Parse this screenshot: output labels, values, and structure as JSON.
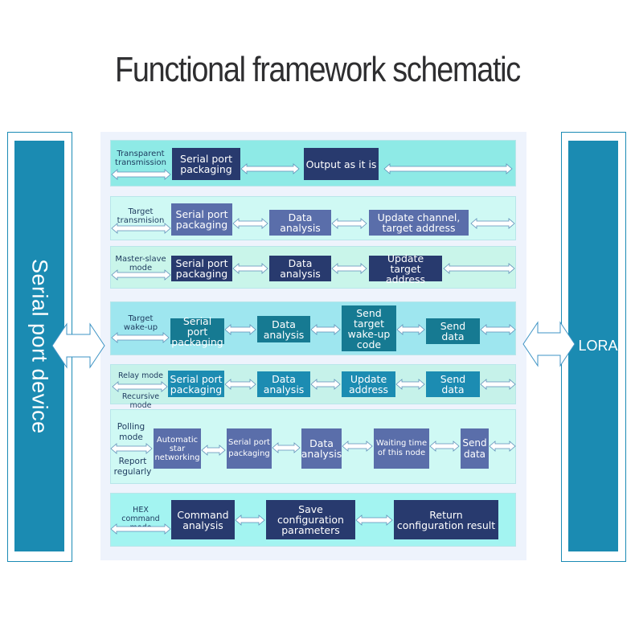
{
  "title": "Functional framework schematic",
  "left_device": {
    "label": "Serial port device"
  },
  "right_device": {
    "label": "LORA"
  },
  "colors": {
    "device_blue": "#1b8bb2",
    "navy_box": "#283a6e",
    "slate_box": "#5a6eaa",
    "teal_box": "#167a92",
    "cyan_box": "#1c8cb2",
    "row_bright": "#8eeae6",
    "row_pale": "#cff9f4"
  },
  "modes": [
    {
      "name": "Transparent transmission",
      "steps": [
        "Serial port packaging",
        "Output as it is"
      ]
    },
    {
      "name": "Target transmision",
      "steps": [
        "Serial port packaging",
        "Data analysis",
        "Update channel, target address"
      ]
    },
    {
      "name": "Master-slave mode",
      "steps": [
        "Serial port packaging",
        "Data analysis",
        "Update target address"
      ]
    },
    {
      "name": "Target wake-up",
      "steps": [
        "Serial port packaging",
        "Data analysis",
        "Send target wake-up code",
        "Send data"
      ]
    },
    {
      "name": "Relay mode",
      "name2": "Recursive mode",
      "steps": [
        "Serial port packaging",
        "Data analysis",
        "Update address",
        "Send data"
      ]
    },
    {
      "name": "Polling mode",
      "name2": "Report regularly",
      "steps": [
        "Automatic star networking",
        "Serial port packaging",
        "Data analysis",
        "Waiting time of this node",
        "Send data"
      ]
    },
    {
      "name": "HEX command mode",
      "steps": [
        "Command analysis",
        "Save configuration parameters",
        "Return configuration result"
      ]
    }
  ]
}
